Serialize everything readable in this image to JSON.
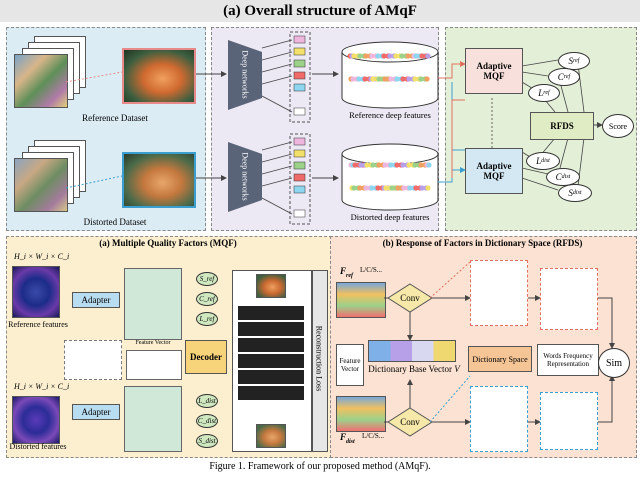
{
  "title": "(a) Overall structure of AMqF",
  "top": {
    "reference_dataset": "Reference Dataset",
    "distorted_dataset": "Distorted Dataset",
    "deep_networks": "Deep networks",
    "reference_deep_features": "Reference deep features",
    "distorted_deep_features": "Distorted deep features",
    "adaptive_mqf_top": "Adaptive MQF",
    "adaptive_mqf_bottom": "Adaptive MQF",
    "rfds": "RFDS",
    "score": "Score",
    "s_ref": "S",
    "s_ref_sub": "ref",
    "c_ref": "C",
    "c_ref_sub": "ref",
    "l_ref": "L",
    "l_ref_sub": "ref",
    "l_dist": "L",
    "l_dist_sub": "dist",
    "c_dist": "C",
    "c_dist_sub": "dist",
    "s_dist": "S",
    "s_dist_sub": "dist"
  },
  "mqf": {
    "title": "(a) Multiple Quality Factors (MQF)",
    "input_dims_top": "H_i × W_i × C_i",
    "input_dims_bottom": "H_i × W_i × C_i",
    "reference_features": "Reference features",
    "distorted_features": "Distorted features",
    "adapter_top": "Adapter",
    "adapter_bottom": "Adapter",
    "feature_vector": "Feature Vector",
    "decoder": "Decoder",
    "s_ref": "S_ref",
    "c_ref": "C_ref",
    "l_ref": "L_ref",
    "l_dist": "L_dist",
    "c_dist": "C_dist",
    "s_dist": "S_dist",
    "reconstruction_loss": "Reconstruction Loss"
  },
  "rfds": {
    "title": "(b) Response of Factors in Dictionary Space (RFDS)",
    "f_ref": "F",
    "f_ref_sub": "ref",
    "f_dist": "F",
    "f_dist_sub": "dist",
    "lcs_top": "L/C/S...",
    "lcs_bottom": "L/C/S...",
    "conv_top": "Conv",
    "conv_bottom": "Conv",
    "feature_vector": "Feature Vector",
    "dictionary_base_vector": "Dictionary Base Vector",
    "dictionary_base_vector_v": "V",
    "dictionary_space": "Dictionary Space",
    "words_frequency": "Words Frequency Representation",
    "sim": "Sim"
  },
  "caption": "Figure 1. Framework of our proposed method (AMqF).",
  "colors": {
    "ref_panel": "#dcecf4",
    "network_panel": "#ece8f4",
    "right_panel": "#e4efd8",
    "mqf_panel": "#fbefd0",
    "rfds_panel": "#fbe2d2",
    "adaptive_box": "#d4e8f4",
    "rfds_box": "#e0ecc4",
    "orange": "#f5c596"
  }
}
